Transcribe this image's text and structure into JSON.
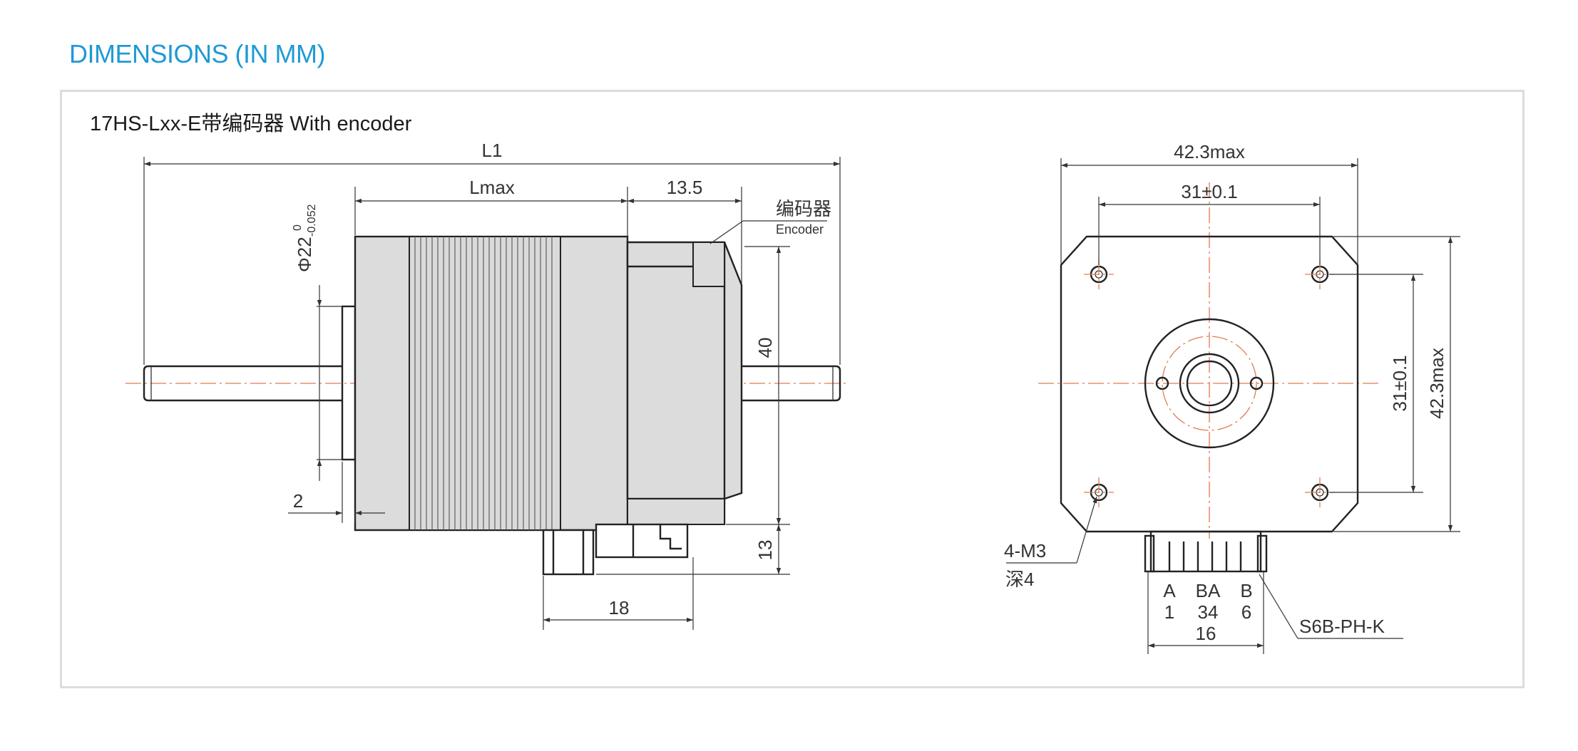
{
  "header": {
    "title": "DIMENSIONS (IN MM)"
  },
  "diagram": {
    "model_label": "17HS-Lxx-E带编码器  With encoder",
    "side_view": {
      "dim_L1": "L1",
      "dim_Lmax": "Lmax",
      "dim_encoder_length": "13.5",
      "encoder_label_cn": "编码器",
      "encoder_label_en": "Encoder",
      "dim_shaft_boss_dia": "Φ22",
      "dim_shaft_boss_tol_upper": "0",
      "dim_shaft_boss_tol_lower": "-0.052",
      "dim_boss_height": "2",
      "dim_body_height": "40",
      "dim_connector_height": "13",
      "dim_connector_width": "18"
    },
    "front_view": {
      "dim_overall_width": "42.3max",
      "dim_hole_spacing_h": "31±0.1",
      "dim_hole_spacing_v": "31±0.1",
      "dim_overall_height": "42.3max",
      "hole_spec": "4-M3",
      "hole_depth": "深4",
      "pin_letters": [
        "A",
        "BA",
        "B"
      ],
      "pin_numbers": [
        "1",
        "34",
        "6"
      ],
      "dim_connector_width": "16",
      "connector_model": "S6B-PH-K"
    }
  }
}
